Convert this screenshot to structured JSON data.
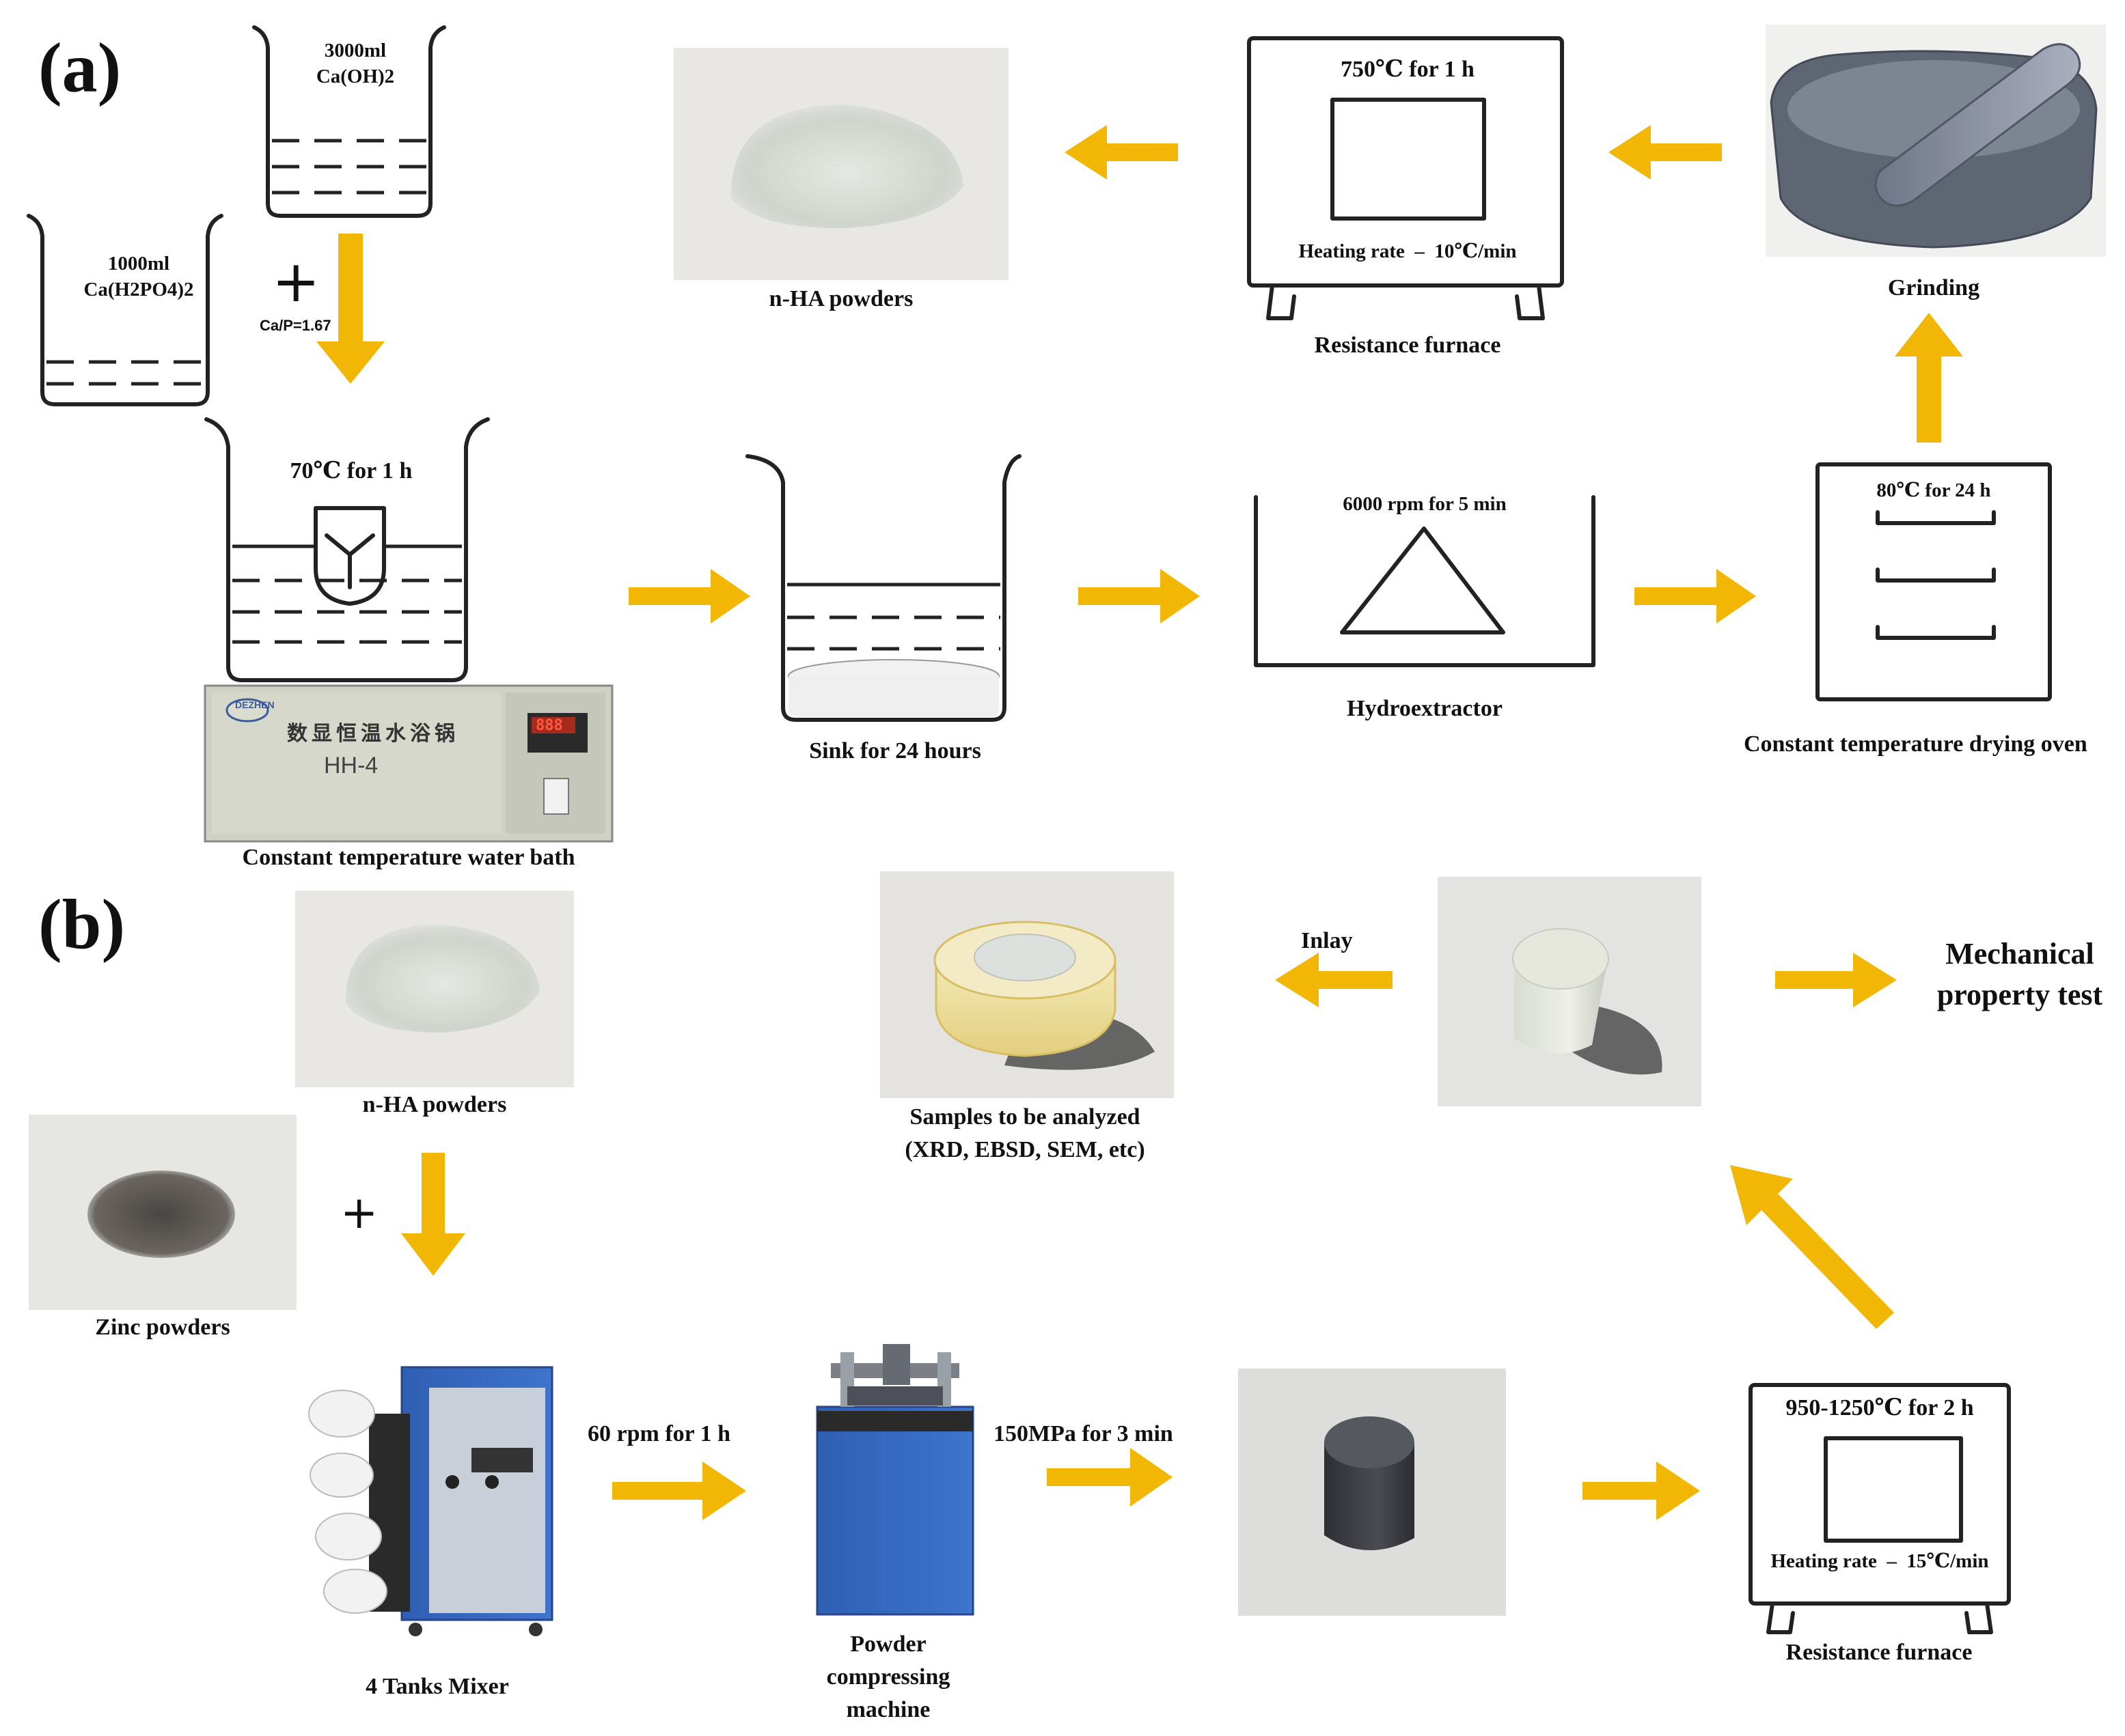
{
  "colors": {
    "arrow": "#f2b705",
    "line": "#222222",
    "photo_bg": "#e7e6e4"
  },
  "panel_a": {
    "label": "(a)",
    "beaker_caoh2": {
      "volume": "3000ml",
      "chem": "Ca(OH)2"
    },
    "beaker_cah2po4": {
      "volume": "1000ml",
      "chem": "Ca(H2PO4)2"
    },
    "plus": "+",
    "ratio": "Ca/P=1.67",
    "water_bath_beaker_temp": "70℃ for 1 h",
    "water_bath_device": {
      "brand": "DEZHEN",
      "chinese_label": "数显恒温水浴锅",
      "model": "HH-4",
      "display": "888"
    },
    "water_bath_caption": "Constant temperature water bath",
    "sink_caption": "Sink for 24 hours",
    "hydroextractor_text": "6000 rpm for 5 min",
    "hydroextractor_caption": "Hydroextractor",
    "oven_text": "80℃ for 24 h",
    "oven_caption": "Constant temperature drying oven",
    "grinding_caption": "Grinding",
    "furnace_temp": "750℃ for 1 h",
    "furnace_rate": "Heating rate  –  10℃/min",
    "furnace_caption": "Resistance furnace",
    "nha_caption": "n-HA powders",
    "icons": [
      "beaker-icon",
      "stirrer-icon",
      "water-bath-icon",
      "centrifuge-icon",
      "drying-oven-icon",
      "mortar-pestle-icon",
      "furnace-icon",
      "powder-pile-icon"
    ]
  },
  "panel_b": {
    "label": "(b)",
    "nha_caption": "n-HA powders",
    "zinc_caption": "Zinc powders",
    "plus": "+",
    "mixer_caption": "4 Tanks Mixer",
    "mixer_step": "60 rpm for 1 h",
    "press_caption_lines": [
      "Powder",
      "compressing",
      "machine"
    ],
    "press_step": "150MPa for 3 min",
    "furnace_temp": "950-1250℃ for 2 h",
    "furnace_rate": "Heating rate  –  15℃/min",
    "furnace_caption": "Resistance furnace",
    "inlay_label": "Inlay",
    "samples_caption_lines": [
      "Samples to be analyzed",
      "(XRD, EBSD, SEM, etc)"
    ],
    "mech_test_lines": [
      "Mechanical",
      "property test"
    ],
    "icons": [
      "mixer-icon",
      "press-icon",
      "green-compact-icon",
      "sintered-sample-icon",
      "resin-mounted-sample-icon",
      "furnace-icon"
    ]
  }
}
